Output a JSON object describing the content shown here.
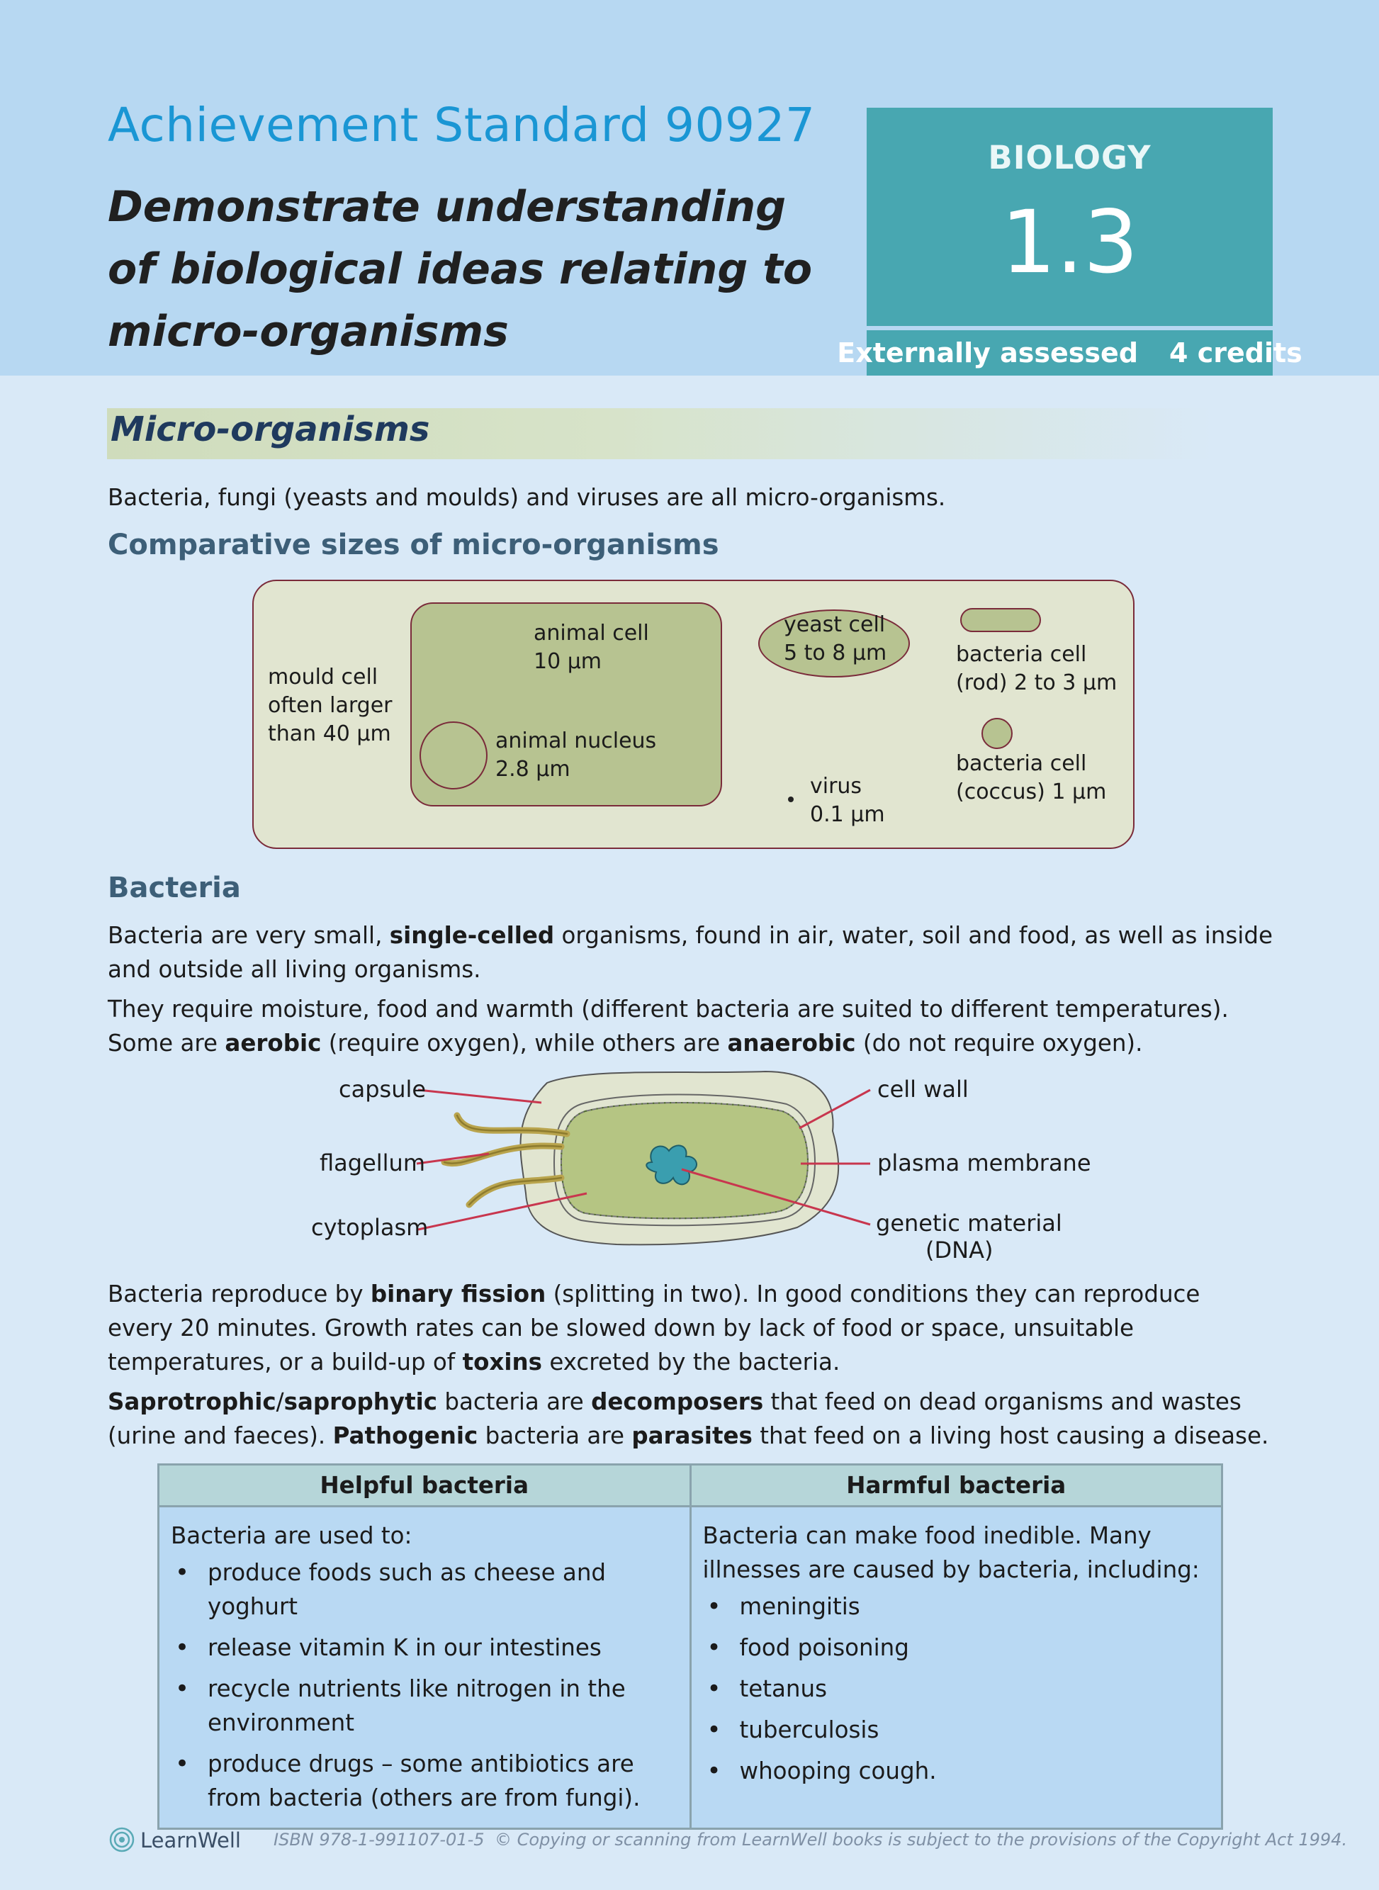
{
  "header": {
    "standard": "Achievement Standard 90927",
    "subtitle": "Demonstrate understanding of biological ideas relating to micro-organisms",
    "badge": {
      "subject": "BIOLOGY",
      "level": "1.3",
      "assessment": "Externally assessed",
      "credits": "4 credits"
    }
  },
  "section": {
    "title": "Micro-organisms",
    "intro": "Bacteria, fungi (yeasts and moulds) and viruses are all micro-organisms."
  },
  "sizes": {
    "heading": "Comparative sizes of micro-organisms",
    "mould": [
      "mould cell",
      "often larger",
      "than 40 µm"
    ],
    "animal_cell": [
      "animal cell",
      "10 µm"
    ],
    "animal_nucleus": [
      "animal nucleus",
      "2.8 µm"
    ],
    "yeast": [
      "yeast cell",
      "5 to 8 µm"
    ],
    "virus": [
      "virus",
      "0.1 µm"
    ],
    "rod": [
      "bacteria cell",
      "(rod) 2 to 3 µm"
    ],
    "coccus": [
      "bacteria cell",
      "(coccus) 1 µm"
    ]
  },
  "bacteria": {
    "heading": "Bacteria",
    "p1": {
      "a": "Bacteria are very small, ",
      "b": "single-celled",
      "c": " organisms, found in air, water, soil and food, as well as inside and outside all living organisms."
    },
    "p2": {
      "a": "They require moisture, food and warmth (different bacteria are suited to different temperatures). Some are ",
      "b": "aerobic",
      "c": " (require oxygen), while others are ",
      "d": "anaerobic",
      "e": " (do not require oxygen)."
    },
    "diagram": {
      "capsule": "capsule",
      "flagellum": "flagellum",
      "cytoplasm": "cytoplasm",
      "cell_wall": "cell wall",
      "plasma_membrane": "plasma membrane",
      "genetic_material": "genetic material",
      "dna": "(DNA)"
    },
    "p3": {
      "a": "Bacteria reproduce by ",
      "b": "binary fission",
      "c": " (splitting in two). In good conditions they can reproduce every 20 minutes. Growth rates can be slowed down by lack of food or space, unsuitable temperatures, or a build-up of ",
      "d": "toxins",
      "e": " excreted by the bacteria."
    },
    "p4": {
      "a": "Saprotrophic",
      "b": "/",
      "c": "saprophytic",
      "d": " bacteria are ",
      "e": "decomposers",
      "f": " that feed on dead organisms and wastes (urine and faeces). ",
      "g": "Pathogenic",
      "h": " bacteria are ",
      "i": "parasites",
      "j": " that feed on a living host causing a disease."
    }
  },
  "table": {
    "helpful": {
      "header": "Helpful bacteria",
      "intro": "Bacteria are used to:",
      "items": [
        "produce foods such as cheese and yoghurt",
        "release vitamin K in our intestines",
        "recycle nutrients like nitrogen in the environment",
        "produce drugs – some antibiotics are from bacteria (others are from fungi)."
      ]
    },
    "harmful": {
      "header": "Harmful bacteria",
      "intro": "Bacteria can make food inedible. Many illnesses are caused by bacteria, including:",
      "items": [
        "meningitis",
        "food poisoning",
        "tetanus",
        "tuberculosis",
        "whooping cough."
      ]
    }
  },
  "footer": {
    "brand": "LearnWell",
    "isbn": "ISBN 978-1-991107-01-5",
    "copyright": "© Copying or scanning from LearnWell books is subject to the provisions of the Copyright Act 1994."
  },
  "colors": {
    "header_band": "#b7d8f2",
    "page": "#d9e9f7",
    "title_blue": "#1a96d4",
    "badge_teal": "#48a7b1",
    "heading_slate": "#3d5f78",
    "cell_green": "#b7c391",
    "outline_maroon": "#7a2b3a",
    "pointer_red": "#c8364e"
  }
}
